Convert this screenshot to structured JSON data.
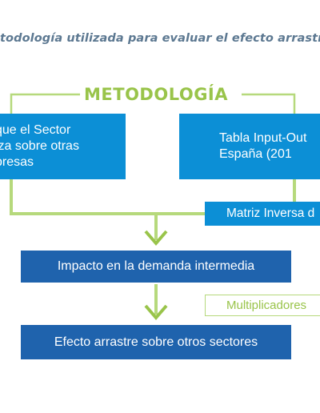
{
  "title": "todología utilizada para evaluar el efecto arrastre",
  "heading": "METODOLOGÍA",
  "boxes": {
    "left": "que el Sector\niza sobre otras\npresas",
    "right": "Tabla Input-Out\nEspaña (201",
    "matrix": "Matriz Inversa d",
    "impact": "Impacto en la demanda intermedia",
    "multipliers": "Multiplicadores",
    "effect": "Efecto arrastre sobre otros sectores"
  },
  "colors": {
    "title": "#5c7891",
    "accent_green": "#99c44a",
    "light_green": "#b6d97c",
    "box_blue": "#0c8fd6",
    "box_dark_blue": "#1f63ad"
  }
}
